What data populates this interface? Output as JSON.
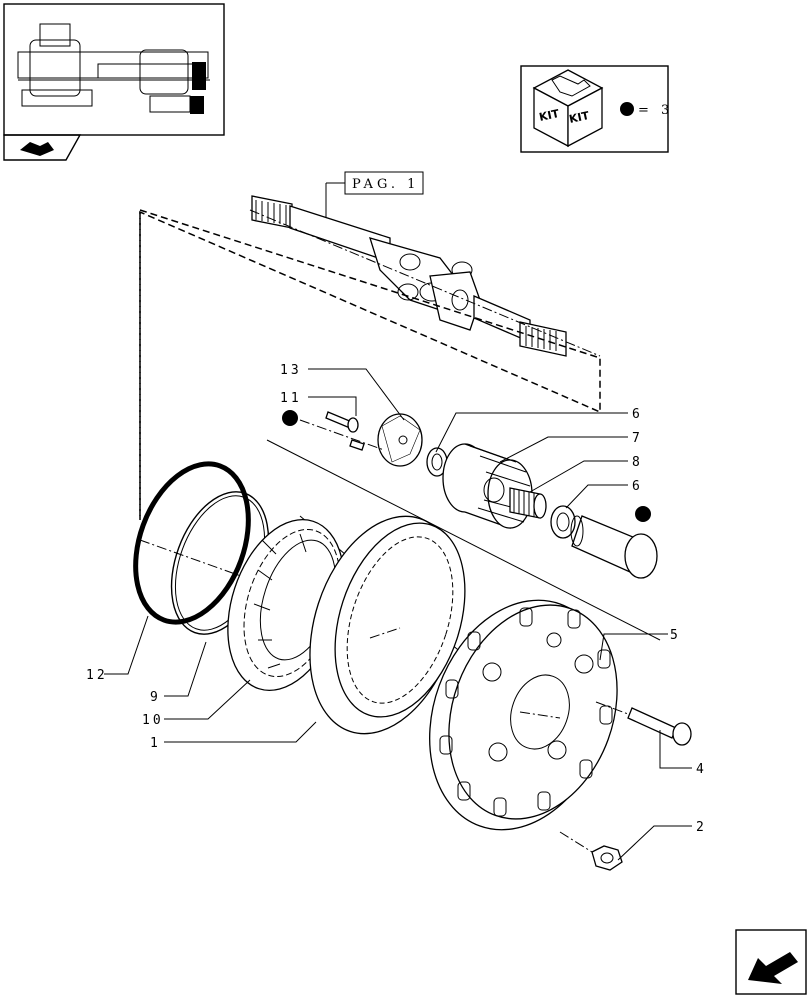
{
  "reference_box": {
    "label": "PAG. 1"
  },
  "kit_box": {
    "text_left": "KIT",
    "text_right": "KIT",
    "equals": "= 3",
    "marker_icon": "filled-dot-icon"
  },
  "thumbnail": {
    "icon": "axle-assembly-thumbnail"
  },
  "nav": {
    "corner_icon": "back-arrow-icon",
    "thumb_icon": "page-flip-icon"
  },
  "callouts": {
    "p1": "1",
    "p2": "2",
    "p4": "4",
    "p5": "5",
    "p6a": "6",
    "p6b": "6",
    "p7": "7",
    "p8": "8",
    "p9": "9",
    "p10": "10",
    "p11": "11",
    "p12": "12",
    "p13": "13"
  },
  "colors": {
    "line": "#000000",
    "background": "#ffffff"
  }
}
